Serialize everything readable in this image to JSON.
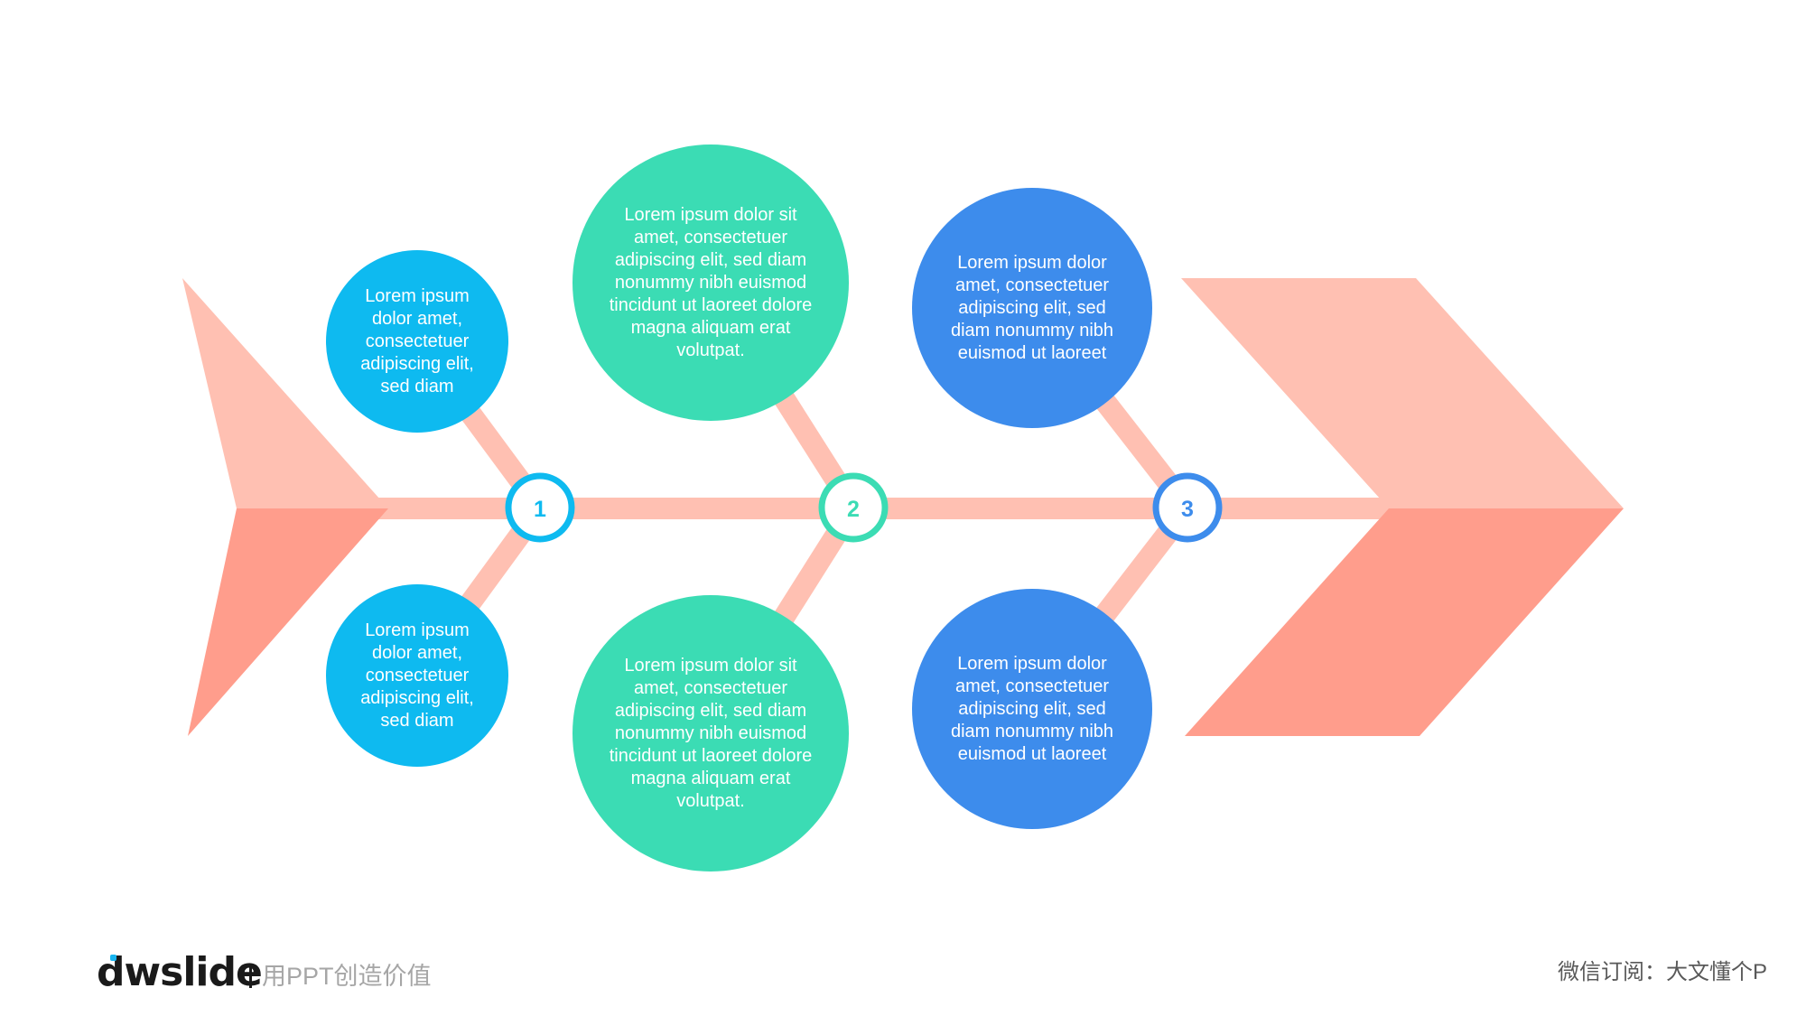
{
  "diagram": {
    "type": "fishbone",
    "colors": {
      "spine": "#ffc0b2",
      "tail_light": "#ffc0b2",
      "tail_dark": "#ff9d8c",
      "head_light": "#ffc0b2",
      "head_dark": "#ff9d8c",
      "node1": "#0ebaf0",
      "node2": "#3bdcb4",
      "node3": "#3d8cec"
    },
    "nodes": [
      {
        "number": "1",
        "color": "#0ebaf0"
      },
      {
        "number": "2",
        "color": "#3bdcb4"
      },
      {
        "number": "3",
        "color": "#3d8cec"
      }
    ],
    "bubbles": {
      "b1_top": "Lorem ipsum dolor amet, consectetuer adipiscing elit, sed diam",
      "b1_bottom": "Lorem ipsum dolor amet, consectetuer adipiscing elit, sed diam",
      "b2_top": "Lorem ipsum dolor sit amet, consectetuer adipiscing elit, sed diam nonummy nibh euismod tincidunt ut laoreet dolore magna aliquam erat volutpat.",
      "b2_bottom": "Lorem ipsum dolor sit amet, consectetuer adipiscing elit, sed diam nonummy nibh euismod tincidunt ut laoreet dolore magna aliquam erat volutpat.",
      "b3_top": "Lorem ipsum dolor amet, consectetuer adipiscing elit, sed diam nonummy nibh euismod ut laoreet",
      "b3_bottom": "Lorem ipsum dolor amet, consectetuer adipiscing elit, sed diam nonummy nibh euismod ut laoreet"
    }
  },
  "footer": {
    "logo": "dwslide",
    "tagline": "用PPT创造价值",
    "wechat": "微信订阅：大文懂个P"
  }
}
